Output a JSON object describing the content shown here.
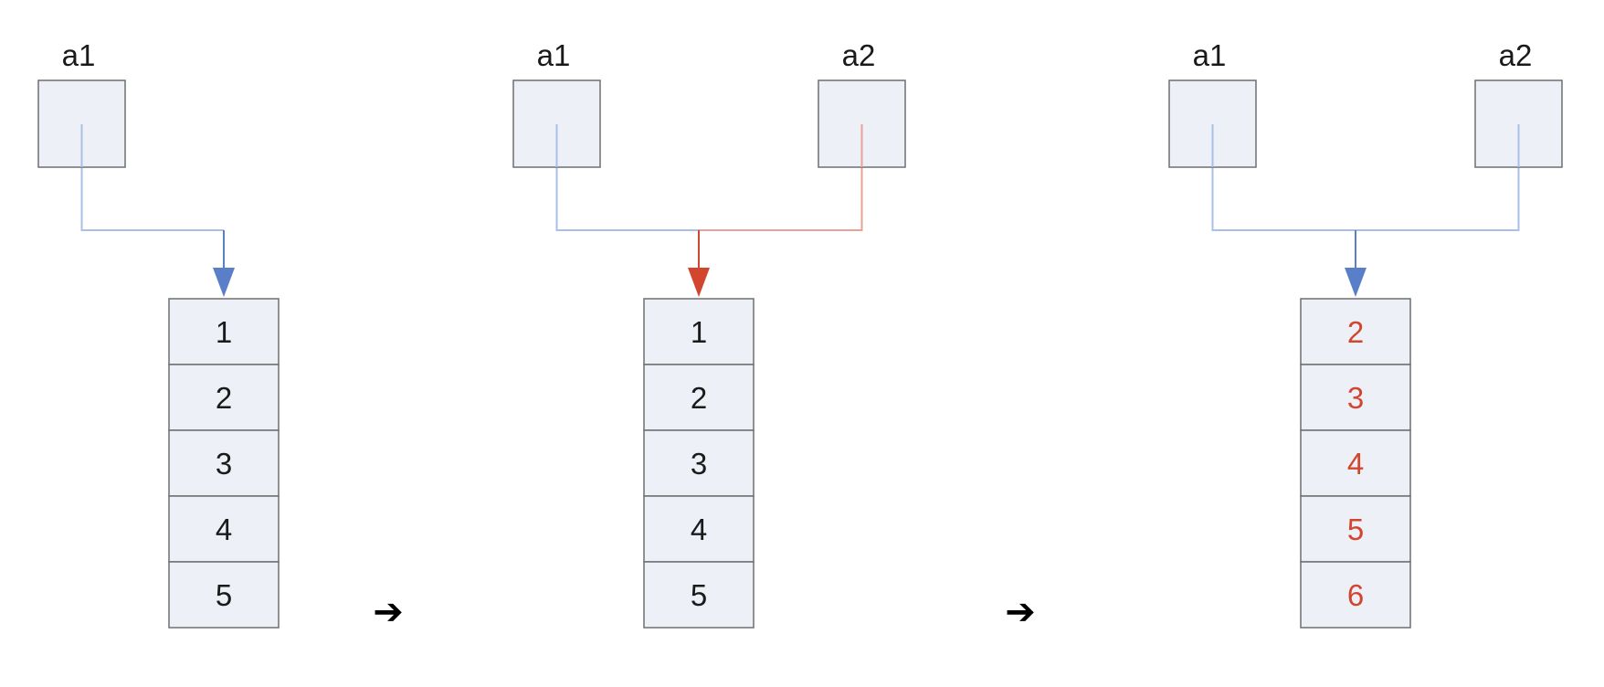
{
  "colors": {
    "box_fill": "#eef0f7",
    "box_stroke": "#6f6f6f",
    "blue": "#5b7ec9",
    "blue_light": "#a9bfe8",
    "red": "#d2452e",
    "red_light": "#e9a097",
    "text": "#1a1a1a"
  },
  "step_arrow": "➔",
  "panels": [
    {
      "variables": [
        {
          "label": "a1",
          "line_color": "blue_light"
        }
      ],
      "arrow_color": "blue",
      "values": [
        "1",
        "2",
        "3",
        "4",
        "5"
      ],
      "value_color": "text"
    },
    {
      "variables": [
        {
          "label": "a1",
          "line_color": "blue_light"
        },
        {
          "label": "a2",
          "line_color": "red_light"
        }
      ],
      "arrow_color": "red",
      "values": [
        "1",
        "2",
        "3",
        "4",
        "5"
      ],
      "value_color": "text"
    },
    {
      "variables": [
        {
          "label": "a1",
          "line_color": "blue_light"
        },
        {
          "label": "a2",
          "line_color": "blue_light"
        }
      ],
      "arrow_color": "blue",
      "values": [
        "2",
        "3",
        "4",
        "5",
        "6"
      ],
      "value_color": "red"
    }
  ]
}
